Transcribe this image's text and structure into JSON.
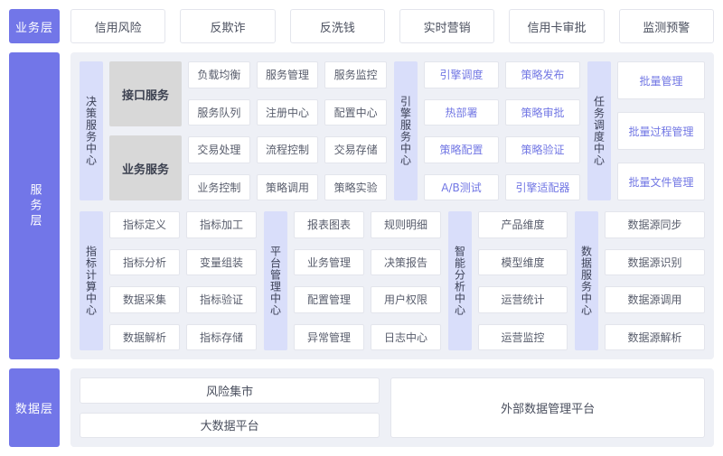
{
  "business": {
    "label": "业务层",
    "items": [
      "信用风险",
      "反欺诈",
      "反洗钱",
      "实时营销",
      "信用卡审批",
      "监测预警"
    ]
  },
  "service": {
    "label": "服务层",
    "decision": {
      "name": "决策服务中心",
      "groups": [
        "接口服务",
        "业务服务"
      ],
      "items": [
        "负载均衡",
        "服务管理",
        "服务监控",
        "服务队列",
        "注册中心",
        "配置中心",
        "交易处理",
        "流程控制",
        "交易存储",
        "业务控制",
        "策略调用",
        "策略实验"
      ]
    },
    "engine": {
      "name": "引擎服务中心",
      "items": [
        "引擎调度",
        "策略发布",
        "热部署",
        "策略审批",
        "策略配置",
        "策略验证",
        "A/B测试",
        "引擎适配器"
      ]
    },
    "task": {
      "name": "任务调度中心",
      "items": [
        "批量管理",
        "批量过程管理",
        "批量文件管理"
      ]
    },
    "indicator": {
      "name": "指标计算中心",
      "items": [
        "指标定义",
        "指标加工",
        "指标分析",
        "变量组装",
        "数据采集",
        "指标验证",
        "数据解析",
        "指标存储"
      ]
    },
    "platform": {
      "name": "平台管理中心",
      "items": [
        "报表图表",
        "规则明细",
        "业务管理",
        "决策报告",
        "配置管理",
        "用户权限",
        "异常管理",
        "日志中心"
      ]
    },
    "intelligent": {
      "name": "智能分析中心",
      "items": [
        "产品维度",
        "模型维度",
        "运营统计",
        "运营监控"
      ]
    },
    "dataservice": {
      "name": "数据服务中心",
      "items": [
        "数据源同步",
        "数据源识别",
        "数据源调用",
        "数据源解析"
      ]
    }
  },
  "data": {
    "label": "数据层",
    "items": [
      "风险集市",
      "大数据平台",
      "外部数据管理平台"
    ]
  },
  "colors": {
    "layer_badge": "#7276e8",
    "center_label_bg": "#d9defa",
    "panel_bg": "#eef0f6",
    "group_box_bg": "#d8d8d8",
    "item_border": "#e3e5ec",
    "accent_text": "#7277e4"
  }
}
